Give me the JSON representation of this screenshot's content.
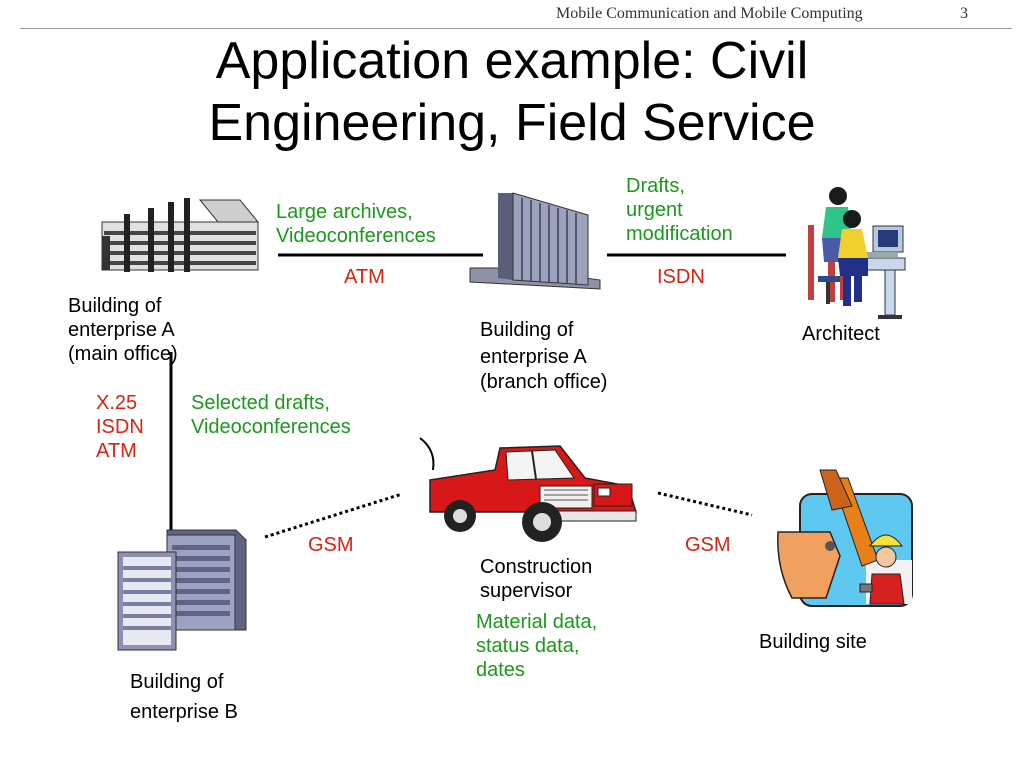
{
  "header": {
    "course": "Mobile Communication and Mobile Computing",
    "page_number": "3"
  },
  "title": {
    "line1": "Application example: Civil",
    "line2": "Engineering, Field Service"
  },
  "nodes": {
    "main_office": {
      "line1": "Building of",
      "line2": "enterprise A",
      "line3": "(main office)"
    },
    "branch_office": {
      "line1": "Building of",
      "line2": "enterprise A",
      "line3": "(branch office)"
    },
    "architect": {
      "label": "Architect"
    },
    "enterprise_b": {
      "line1": "Building of",
      "line2": "enterprise B"
    },
    "supervisor": {
      "line1": "Construction",
      "line2": "supervisor"
    },
    "building_site": {
      "label": "Building site"
    }
  },
  "links": {
    "main_branch": {
      "data_line1": "Large archives,",
      "data_line2": "Videoconferences",
      "network": "ATM"
    },
    "branch_architect": {
      "data_line1": "Drafts,",
      "data_line2": "urgent",
      "data_line3": "modification",
      "network": "ISDN"
    },
    "main_b": {
      "net_line1": "X.25",
      "net_line2": "ISDN",
      "net_line3": "ATM",
      "data_line1": "Selected drafts,",
      "data_line2": "Videoconferences"
    },
    "b_supervisor": {
      "network": "GSM"
    },
    "supervisor_site": {
      "network": "GSM"
    },
    "supervisor_data": {
      "line1": "Material data,",
      "line2": "status data,",
      "line3": "dates"
    }
  },
  "colors": {
    "data_label": "#1a9a1a",
    "network_label": "#e02010",
    "truck_body": "#d81818",
    "excavator": "#e8801a",
    "building": "#7a7fa0"
  },
  "icons": [
    "main-office-building-icon",
    "branch-office-building-icon",
    "architect-workstation-icon",
    "enterprise-b-building-icon",
    "pickup-truck-icon",
    "excavator-icon"
  ]
}
